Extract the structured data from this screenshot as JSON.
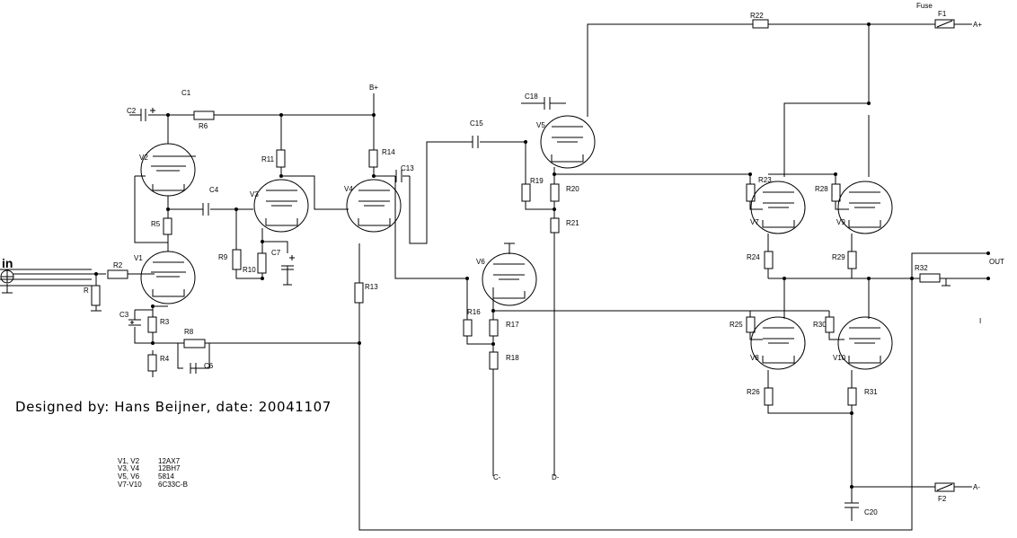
{
  "input_label": "in",
  "output_label": "OUT",
  "supply": {
    "bplus": "B+",
    "aplus": "A+",
    "aminus": "A-",
    "cminus": "C-",
    "dminus": "D-",
    "fuse": "Fuse"
  },
  "credit": "Designed by: Hans Beijner, date: 20041107",
  "misc_mark": "I",
  "tube_legend": [
    {
      "tubes": "V1, V2",
      "type": "12AX7"
    },
    {
      "tubes": "V3, V4",
      "type": "12BH7"
    },
    {
      "tubes": "V5, V6",
      "type": "5814"
    },
    {
      "tubes": "V7-V10",
      "type": "6C33C-B"
    }
  ],
  "labels": {
    "V1": "V1",
    "V2": "V2",
    "V3": "V3",
    "V4": "V4",
    "V5": "V5",
    "V6": "V6",
    "V7": "V7",
    "V8": "V8",
    "V9": "V9",
    "V10": "V10",
    "R": "R",
    "R2": "R2",
    "R3": "R3",
    "R4": "R4",
    "R5": "R5",
    "R6": "R6",
    "R8": "R8",
    "R9": "R9",
    "R10": "R10",
    "R11": "R11",
    "R13": "R13",
    "R14": "R14",
    "R16": "R16",
    "R17": "R17",
    "R18": "R18",
    "R19": "R19",
    "R20": "R20",
    "R21": "R21",
    "R22": "R22",
    "R23": "R23",
    "R24": "R24",
    "R25": "R25",
    "R26": "R26",
    "R28": "R28",
    "R29": "R29",
    "R30": "R30",
    "R31": "R31",
    "R32": "R32",
    "C1": "C1",
    "C2": "C2",
    "C3": "C3",
    "C4": "C4",
    "C6": "C6",
    "C7": "C7",
    "C13": "C13",
    "C15": "C15",
    "C18": "C18",
    "C20": "C20",
    "F1": "F1",
    "F2": "F2"
  }
}
